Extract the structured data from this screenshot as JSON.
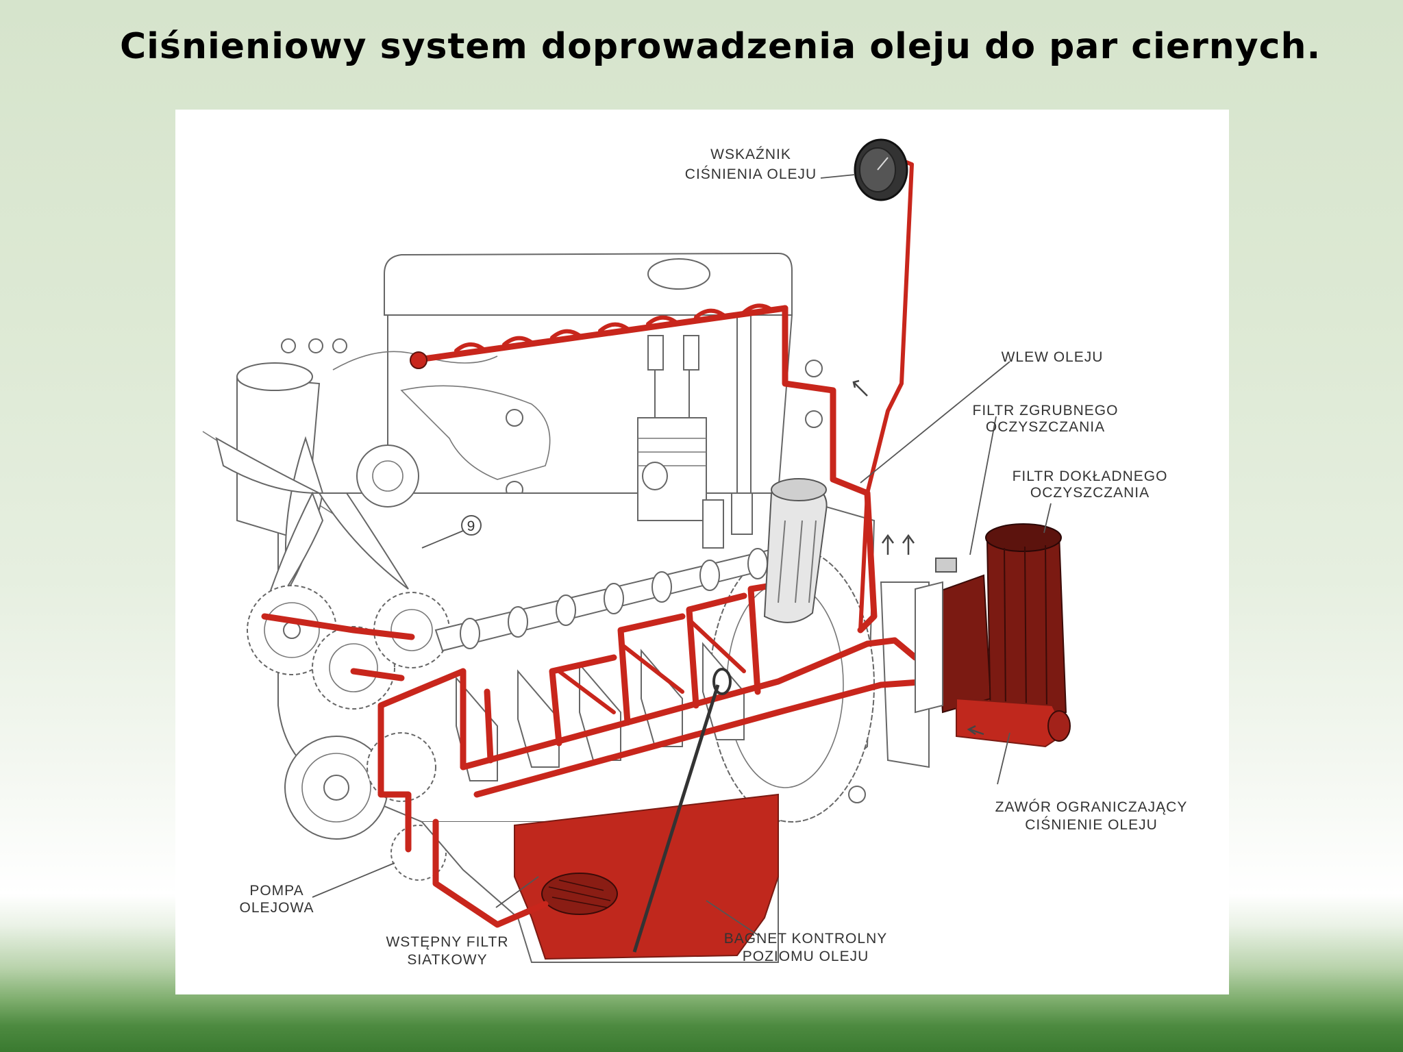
{
  "title": "Ciśnieniowy system doprowadzenia oleju do par ciernych.",
  "labels": {
    "pressure_gauge": [
      "WSKAŹNIK",
      "CIŚNIENIA OLEJU"
    ],
    "oil_filler": [
      "WLEW OLEJU"
    ],
    "coarse_filter": [
      "FILTR ZGRUBNEGO",
      "OCZYSZCZANIA"
    ],
    "fine_filter": [
      "FILTR DOKŁADNEGO",
      "OCZYSZCZANIA"
    ],
    "relief_valve": [
      "ZAWÓR OGRANICZAJĄCY",
      "CIŚNIENIE OLEJU"
    ],
    "dipstick": [
      "BAGNET KONTROLNY",
      "POZIOMU OLEJU"
    ],
    "strainer": [
      "WSTĘPNY FILTR",
      "SIATKOWY"
    ],
    "oil_pump": [
      "POMPA",
      "OLEJOWA"
    ],
    "callout_number": "9"
  },
  "colors": {
    "oil": "#c8261c",
    "oil_dark": "#7b1a12",
    "line": "#555555"
  }
}
